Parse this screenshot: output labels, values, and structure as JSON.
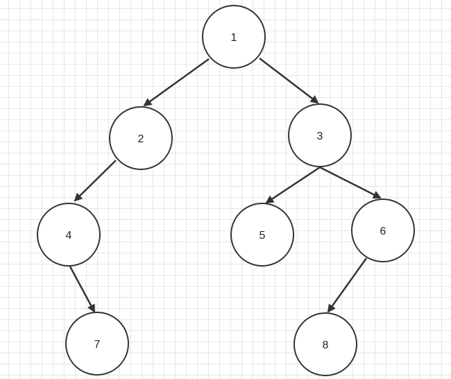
{
  "diagram": {
    "type": "binary-tree",
    "colors": {
      "node_stroke": "#333333",
      "node_fill": "#ffffff",
      "edge": "#333333",
      "grid": "#e6e6e6"
    },
    "nodes": [
      {
        "id": "n1",
        "label": "1"
      },
      {
        "id": "n2",
        "label": "2"
      },
      {
        "id": "n3",
        "label": "3"
      },
      {
        "id": "n4",
        "label": "4"
      },
      {
        "id": "n5",
        "label": "5"
      },
      {
        "id": "n6",
        "label": "6"
      },
      {
        "id": "n7",
        "label": "7"
      },
      {
        "id": "n8",
        "label": "8"
      }
    ],
    "edges": [
      {
        "from": "n1",
        "to": "n2"
      },
      {
        "from": "n1",
        "to": "n3"
      },
      {
        "from": "n2",
        "to": "n4"
      },
      {
        "from": "n3",
        "to": "n5"
      },
      {
        "from": "n3",
        "to": "n6"
      },
      {
        "from": "n4",
        "to": "n7"
      },
      {
        "from": "n6",
        "to": "n8"
      }
    ]
  }
}
